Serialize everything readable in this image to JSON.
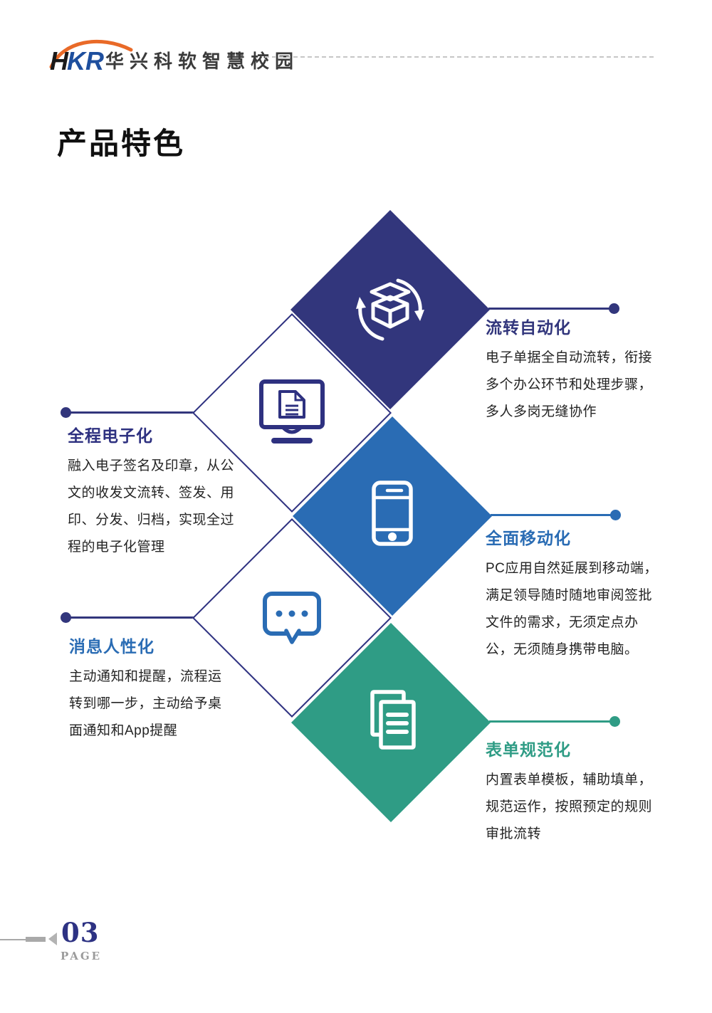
{
  "header": {
    "logo": {
      "part_h": "H",
      "part_kr": "KR"
    },
    "brand": "华兴科软智慧校园"
  },
  "page_title": "产品特色",
  "features": [
    {
      "title": "流转自动化",
      "icon": "box-sync-icon",
      "color": "#32367C",
      "side": "right",
      "lines": [
        "电子单据全自动流转，衔接",
        "多个办公环节和处理步骤，",
        "多人多岗无缝协作"
      ]
    },
    {
      "title": "全程电子化",
      "icon": "monitor-document-icon",
      "color": "#2E3180",
      "side": "left",
      "lines": [
        "融入电子签名及印章，从公",
        "文的收发文流转、签发、用",
        "印、分发、归档，实现全过",
        "程的电子化管理"
      ]
    },
    {
      "title": "全面移动化",
      "icon": "smartphone-icon",
      "color": "#2A6CB4",
      "side": "right",
      "lines": [
        "PC应用自然延展到移动端，",
        "满足领导随时随地审阅签批",
        "文件的需求，无须定点办",
        "公，无须随身携带电脑。"
      ]
    },
    {
      "title": "消息人性化",
      "icon": "chat-bubble-icon",
      "color": "#2A6CB4",
      "side": "left",
      "lines": [
        "主动通知和提醒，流程运",
        "转到哪一步，主动给予桌",
        "面通知和App提醒"
      ]
    },
    {
      "title": "表单规范化",
      "icon": "documents-icon",
      "color": "#2F9C85",
      "side": "right",
      "lines": [
        "内置表单模板，辅助填单，",
        "规范运作，按照预定的规则",
        "审批流转"
      ]
    }
  ],
  "footer": {
    "page_number": "03",
    "page_label": "PAGE"
  },
  "colors": {
    "navy": "#32367C",
    "deep_blue": "#2E3180",
    "blue": "#2A6CB4",
    "green": "#2F9C85",
    "orange": "#E96A28",
    "body_text": "#242424"
  }
}
